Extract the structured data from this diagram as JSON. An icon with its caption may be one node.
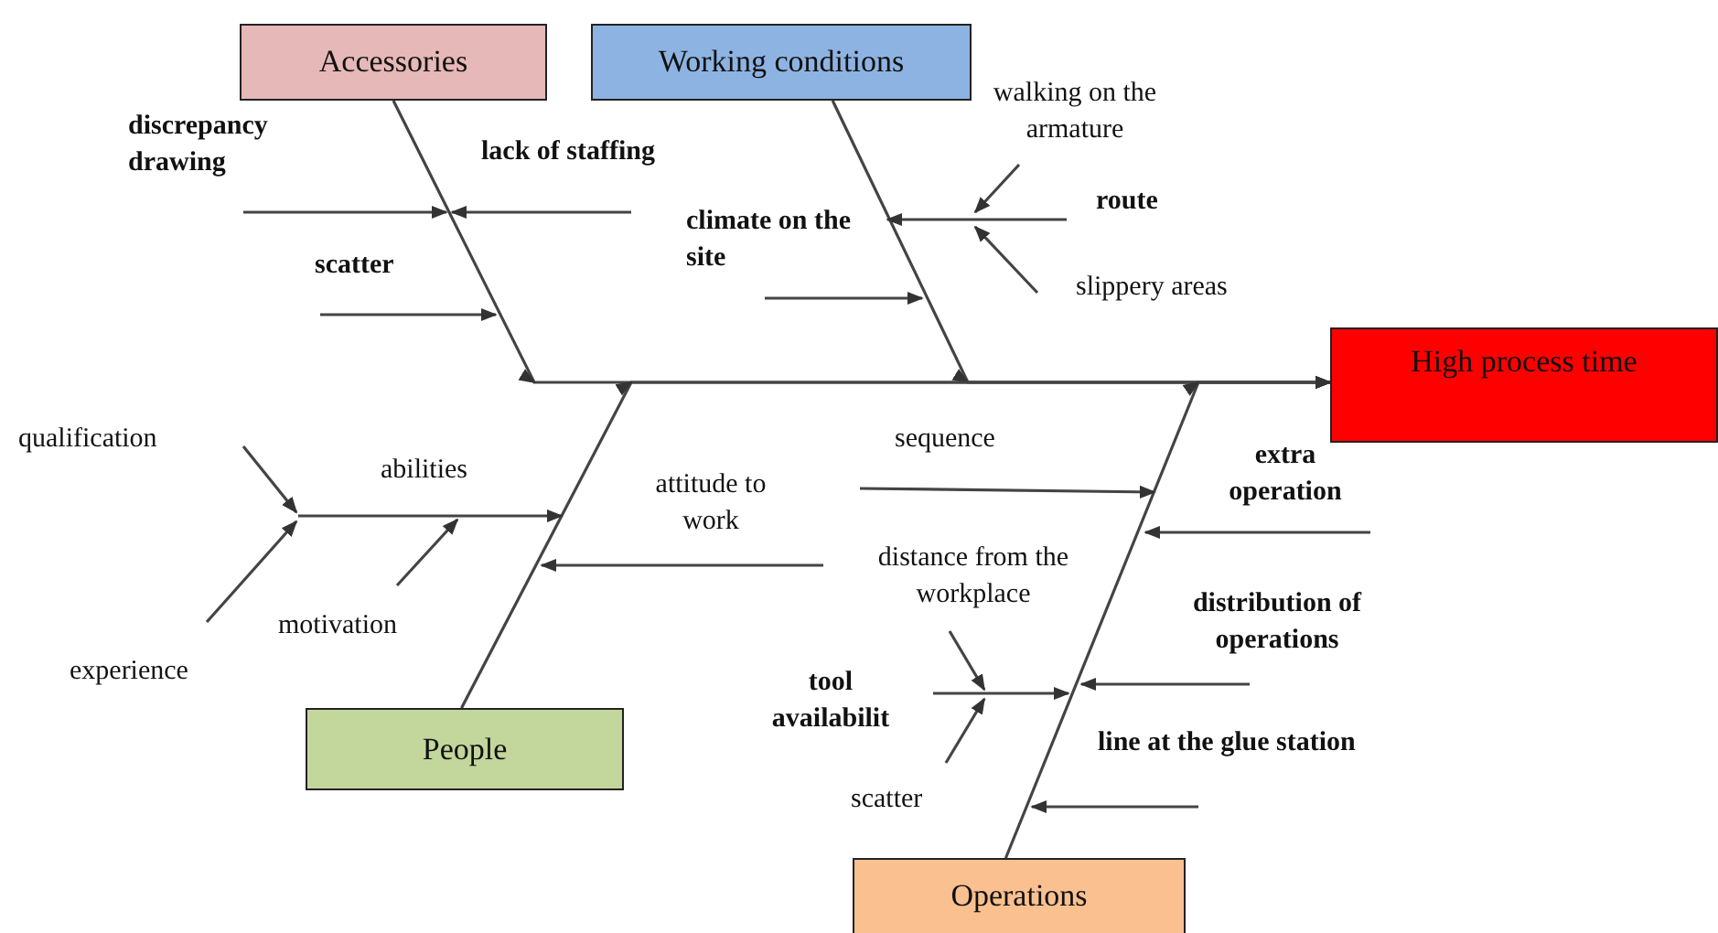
{
  "diagram": {
    "nodes": [
      {
        "text": [
          "Accessories"
        ]
      },
      {
        "text": [
          "Working conditions"
        ]
      },
      {
        "text": [
          "High process time"
        ]
      },
      {
        "text": [
          "People"
        ]
      },
      {
        "text": [
          "Operations"
        ]
      }
    ],
    "edges": [
      {
        "from": 0,
        "to": 2,
        "arrow": "to"
      },
      {
        "from": 1,
        "to": 2,
        "arrow": "to"
      },
      {
        "from": 3,
        "to": 2,
        "arrow": "to"
      },
      {
        "from": 4,
        "to": 2,
        "arrow": "to"
      }
    ],
    "labels": [
      "discrepancy drawing",
      "lack of staffing",
      "walking on the armature",
      "route",
      "climate on the site",
      "scatter",
      "slippery areas",
      "qualification",
      "abilities",
      "sequence",
      "extra operation",
      "attitude to work",
      "distance from the workplace",
      "motivation",
      "distribution of operations",
      "experience",
      "tool availabilit",
      "line at the glue station",
      "scatter"
    ]
  }
}
